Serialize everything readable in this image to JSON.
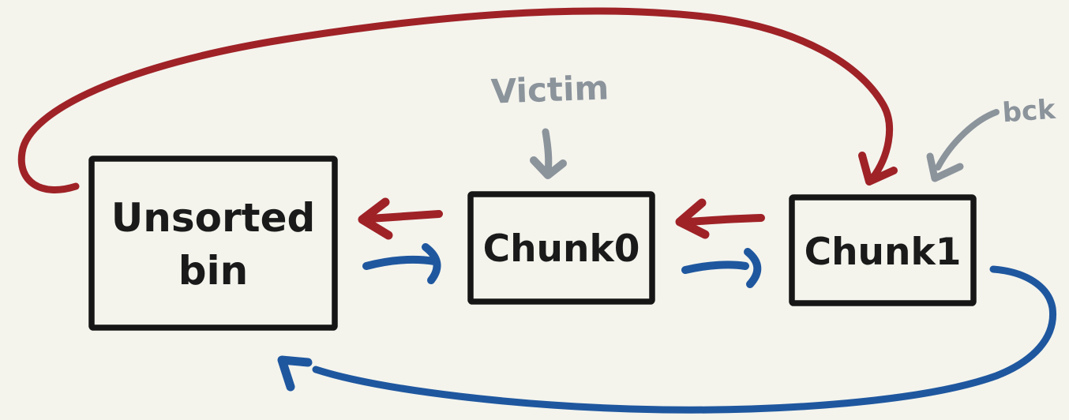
{
  "colors": {
    "background": "#f4f4ed",
    "box_stroke": "#161616",
    "label_text": "#1a1a1a",
    "red_arrow": "#9f2227",
    "blue_arrow": "#1f579f",
    "gray_annotation": "#8b939b"
  },
  "diagram": {
    "type": "hand-drawn-linked-list",
    "nodes": [
      {
        "id": "unsorted-bin",
        "label_line1": "Unsorted",
        "label_line2": "bin"
      },
      {
        "id": "chunk0",
        "label": "Chunk0"
      },
      {
        "id": "chunk1",
        "label": "Chunk1"
      }
    ],
    "annotations": [
      {
        "id": "victim",
        "label": "Victim",
        "points_to": "chunk0",
        "arrow_direction": "down"
      },
      {
        "id": "bck",
        "label": "bck",
        "points_to": "chunk1",
        "arrow_direction": "down-left"
      }
    ],
    "edges": [
      {
        "color": "red",
        "from": "unsorted-bin",
        "to": "chunk1",
        "route": "curved-over-top"
      },
      {
        "color": "red",
        "from": "chunk0",
        "to": "unsorted-bin",
        "route": "direct"
      },
      {
        "color": "red",
        "from": "chunk1",
        "to": "chunk0",
        "route": "direct"
      },
      {
        "color": "blue",
        "from": "unsorted-bin",
        "to": "chunk0",
        "route": "direct"
      },
      {
        "color": "blue",
        "from": "chunk0",
        "to": "chunk1",
        "route": "direct"
      },
      {
        "color": "blue",
        "from": "chunk1",
        "to": "unsorted-bin",
        "route": "curved-under-bottom"
      }
    ]
  }
}
